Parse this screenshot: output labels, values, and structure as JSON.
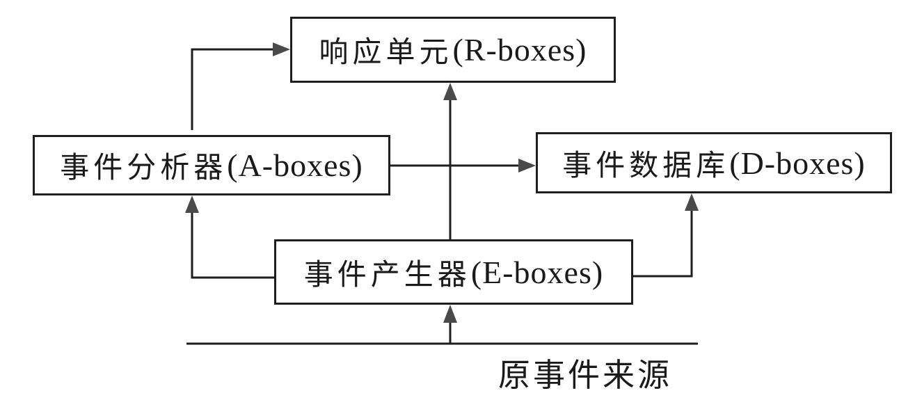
{
  "diagram": {
    "boxes": {
      "r": {
        "cjk": "响应单元",
        "latin": "(R-boxes)"
      },
      "a": {
        "cjk": "事件分析器",
        "latin": "(A-boxes)"
      },
      "d": {
        "cjk": "事件数据库",
        "latin": "(D-boxes)"
      },
      "e": {
        "cjk": "事件产生器",
        "latin": "(E-boxes)"
      }
    },
    "source_label": "原事件来源",
    "edges": [
      {
        "from": "source",
        "to": "e"
      },
      {
        "from": "e",
        "to": "a"
      },
      {
        "from": "e",
        "to": "r"
      },
      {
        "from": "e",
        "to": "d"
      },
      {
        "from": "a",
        "to": "r"
      },
      {
        "from": "a",
        "to": "d"
      }
    ],
    "line_color": "#1e1e1e",
    "arrow_color": "#4a4a4a"
  }
}
